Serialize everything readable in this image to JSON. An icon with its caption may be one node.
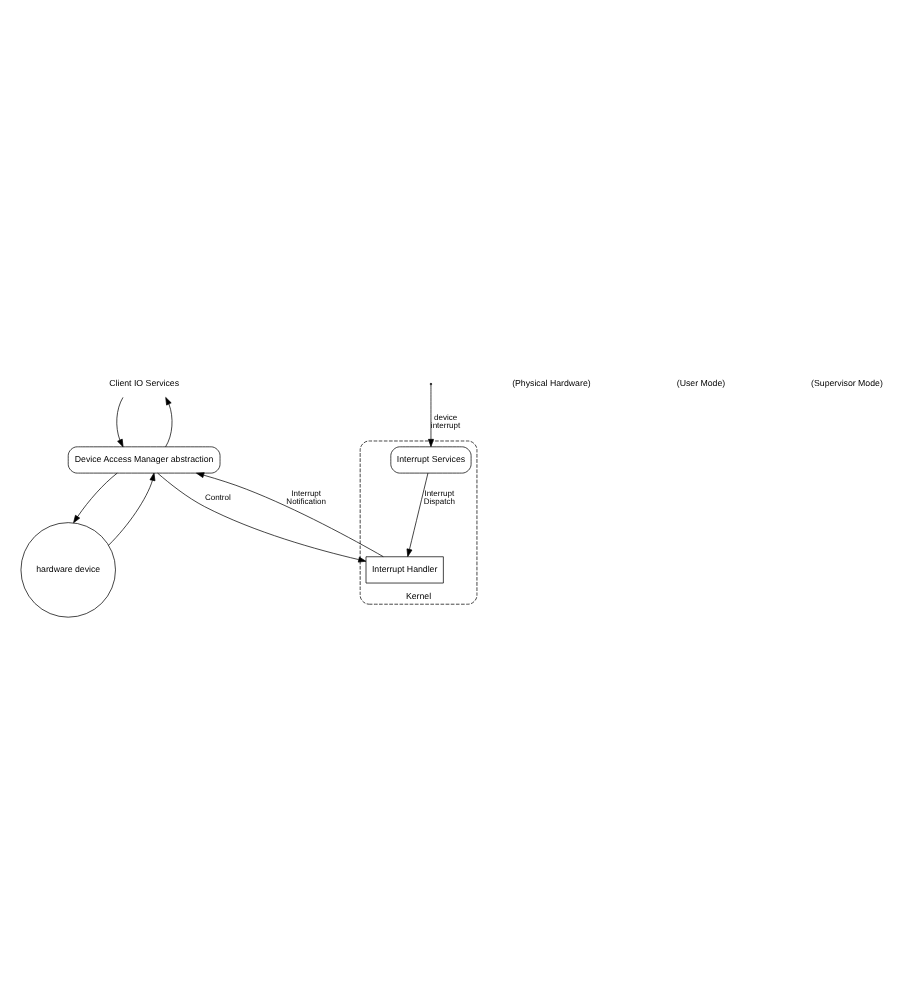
{
  "diagram": {
    "nodes": [
      {
        "text": [
          "Client IO Services"
        ]
      },
      {
        "text": [
          "Device Access Manager abstraction"
        ]
      },
      {
        "text": [
          "hardware device"
        ]
      },
      {
        "text": [
          "Kernel"
        ]
      },
      {
        "text": [
          "Interrupt Services"
        ],
        "in": 3
      },
      {
        "text": [
          "Interrupt Handler"
        ],
        "in": 3
      }
    ],
    "edges": [
      {
        "from": 0,
        "to": 1,
        "arrow": "to"
      },
      {
        "from": 1,
        "to": 0,
        "arrow": "to"
      },
      {
        "from": 1,
        "to": 2,
        "arrow": "to"
      },
      {
        "from": 2,
        "to": 1,
        "arrow": "to"
      },
      {
        "from": 1,
        "to": 5,
        "arrow": "to",
        "label": "Control"
      },
      {
        "from": 5,
        "to": 1,
        "arrow": "to",
        "label": "Interrupt Notification"
      },
      {
        "from": null,
        "to": 4,
        "arrow": "to",
        "label": "device interrupt"
      },
      {
        "from": 4,
        "to": 5,
        "arrow": "to",
        "label": "Interrupt Dispatch"
      }
    ],
    "labels": [
      "(Physical Hardware)",
      "(User Mode)",
      "(Supervisor Mode)"
    ]
  }
}
